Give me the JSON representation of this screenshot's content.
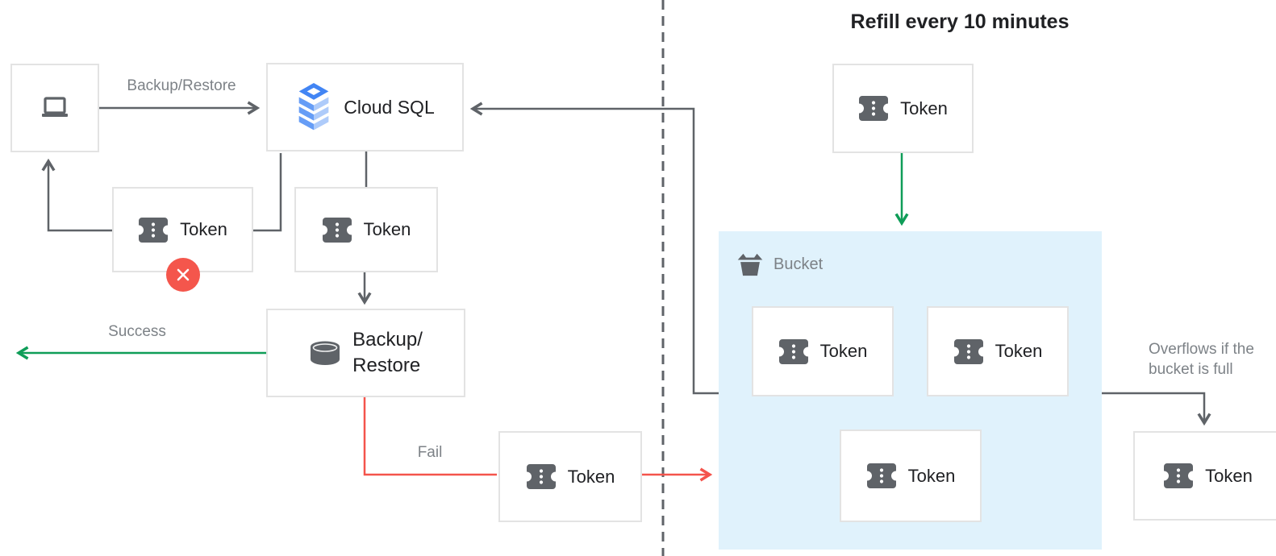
{
  "diagram_title": "Refill every 10 minutes",
  "nodes": {
    "client": {
      "icon": "laptop-icon"
    },
    "cloud_sql": {
      "label": "Cloud SQL",
      "icon": "cloud-sql-icon"
    },
    "backup_restore": {
      "label_line1": "Backup/",
      "label_line2": "Restore",
      "icon": "database-icon"
    },
    "token_label": "Token",
    "bucket_label": "Bucket"
  },
  "edge_labels": {
    "backup_restore": "Backup/Restore",
    "success": "Success",
    "fail": "Fail",
    "overflow": [
      "Overflows if the",
      "bucket is full"
    ]
  },
  "badges": {
    "rejected_token": "x-circle"
  },
  "colors": {
    "arrow": "#5f6368",
    "green": "#0f9d58",
    "red": "#f4544c",
    "bucket_fill": "#e0f2fc",
    "box_border": "#e3e3e3",
    "text_dark": "#202124",
    "text_gray": "#7d8287",
    "icon_gray": "#5f6368",
    "badge_red": "#f4564c",
    "cloud_blue": "#4285f4",
    "cloud_blue_mid": "#669df6",
    "cloud_blue_light": "#aecbfa"
  }
}
